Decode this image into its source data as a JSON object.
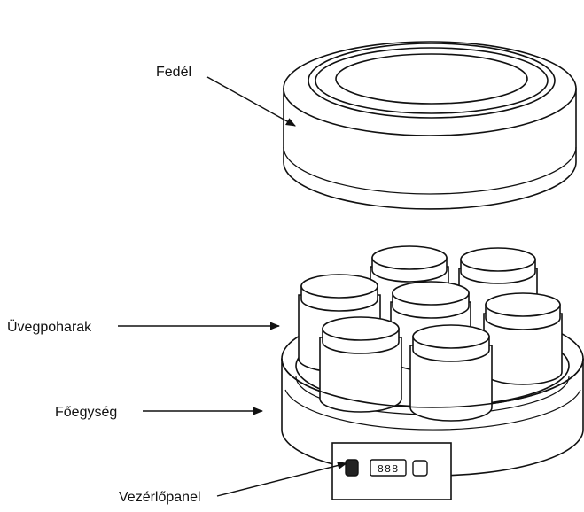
{
  "labels": {
    "lid": "Fedél",
    "jars": "Üvegpoharak",
    "base": "Főegység",
    "control_panel": "Vezérlőpanel"
  },
  "display": {
    "digits": "888"
  },
  "colors": {
    "line": "#111111",
    "fill": "#ffffff"
  }
}
